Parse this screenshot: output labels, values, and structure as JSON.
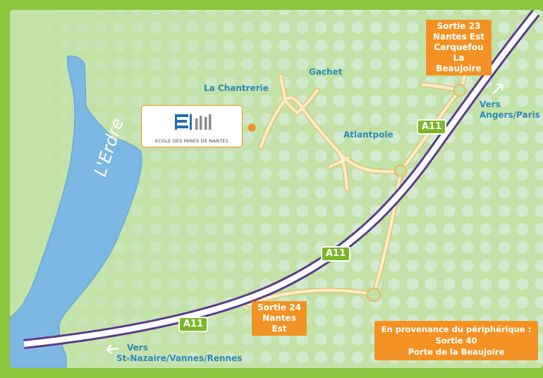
{
  "map": {
    "river_name": "L'Erdre",
    "places": {
      "gachet": "Gachet",
      "la_chantrerie": "La Chantrerie",
      "atlantpole": "Atlantpole"
    },
    "logo_text": "ECOLE DES MINES DE NANTES",
    "highway": "A11",
    "exit_23": [
      "Sortie 23",
      "Nantes Est",
      "Carquefou",
      "La Beaujoire"
    ],
    "exit_24": [
      "Sortie 24",
      "Nantes Est"
    ],
    "direction_east": [
      "Vers",
      "Angers/Paris"
    ],
    "direction_west": [
      "Vers",
      "St-Nazaire/Vannes/Rennes"
    ],
    "info_box": [
      "En provenance du périphérique :",
      "Sortie 40",
      "Porte de la Beaujoire"
    ],
    "colors": {
      "frame": "#8cc63f",
      "land": "#c3e2a8",
      "dots": "#d2ead0",
      "river": "#7db7e3",
      "river_edge": "#6aaad6",
      "motorway_casing": "#5b3c8c",
      "road": "#f8edc6",
      "road_edge": "#e5bd6b",
      "label_blue": "#2d8ab5",
      "accent_orange": "#f39224",
      "shield_green": "#7ab929",
      "logo_blue": "#1f6fb5"
    }
  }
}
